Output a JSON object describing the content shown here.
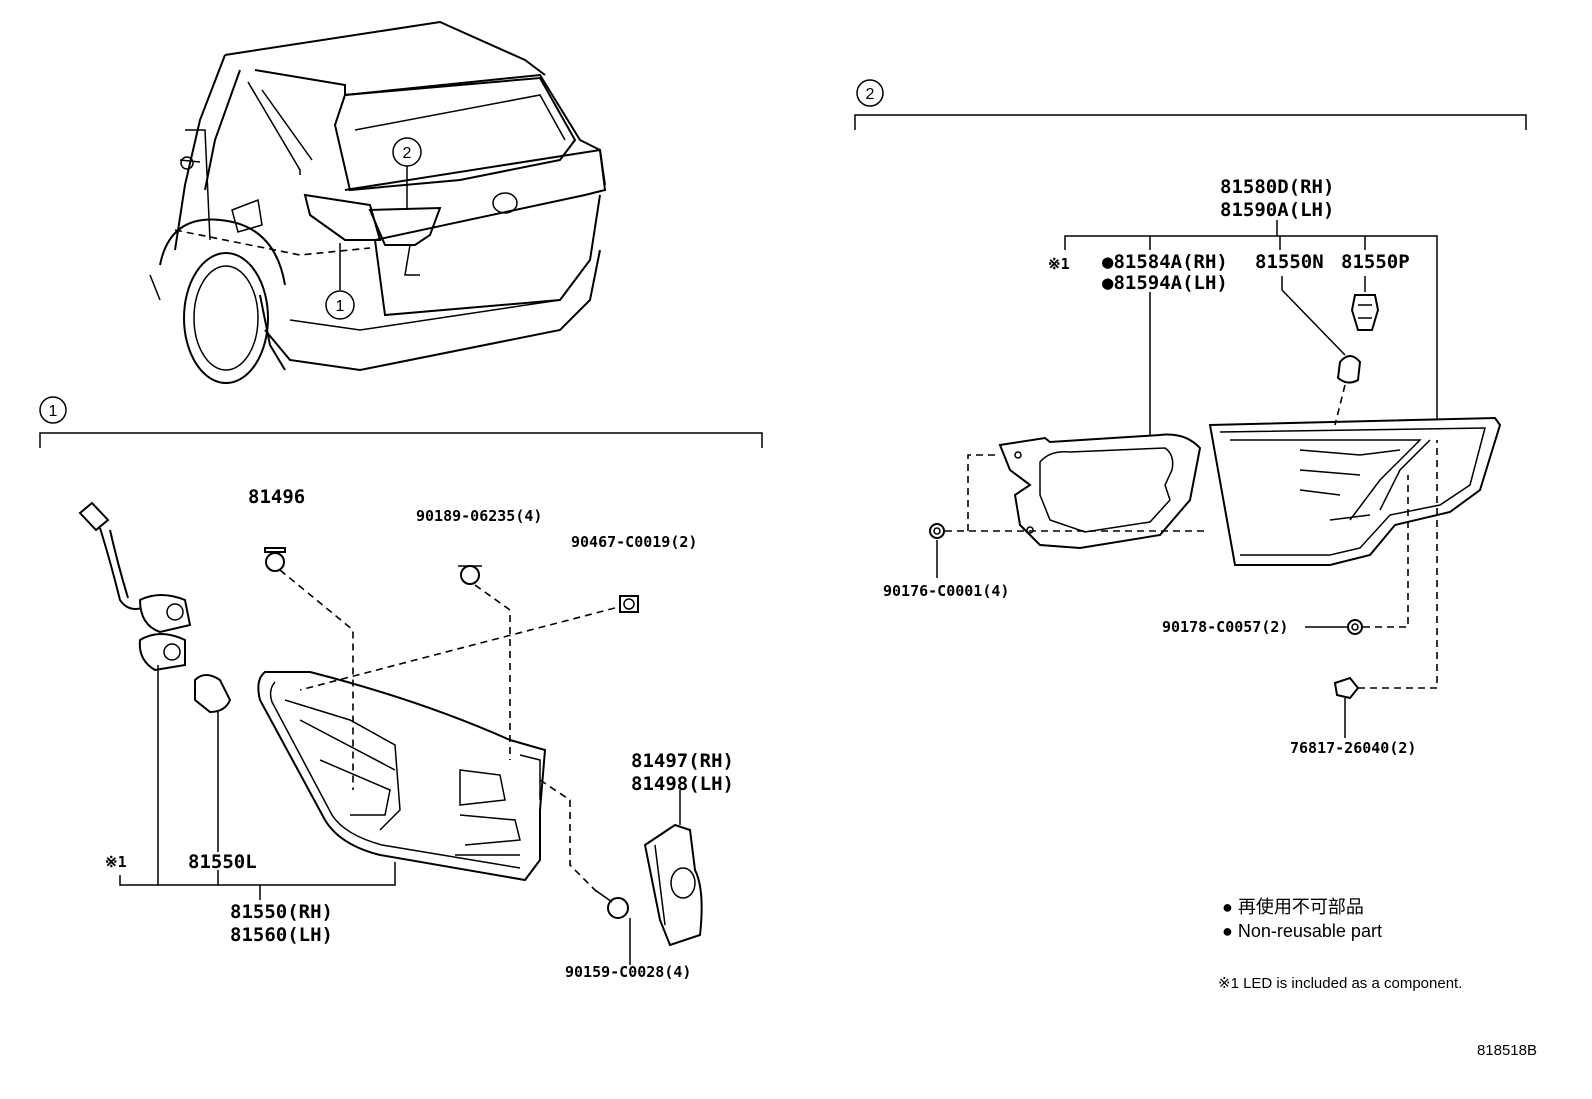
{
  "callouts": {
    "one": "1",
    "two": "2"
  },
  "section1": {
    "parts": {
      "p81496": "81496",
      "p90189": "90189-06235(4)",
      "p90467": "90467-C0019(2)",
      "p81497": "81497(RH)",
      "p81498": "81498(LH)",
      "p81550L": "81550L",
      "p81550RH": "81550(RH)",
      "p81560LH": "81560(LH)",
      "p90159": "90159-C0028(4)",
      "mark1": "※1"
    }
  },
  "section2": {
    "parts": {
      "p81580D": "81580D(RH)",
      "p81590A": "81590A(LH)",
      "mark1": "※1",
      "p81584A": "●81584A(RH)",
      "p81594A": "●81594A(LH)",
      "p81550N": "81550N",
      "p81550P": "81550P",
      "p90176": "90176-C0001(4)",
      "p90178": "90178-C0057(2)",
      "p76817": "76817-26040(2)"
    }
  },
  "legend": {
    "jp": "● 再使用不可部品",
    "en": "● Non-reusable part",
    "led": "※1 LED is included as a component."
  },
  "figure_id": "818518B"
}
